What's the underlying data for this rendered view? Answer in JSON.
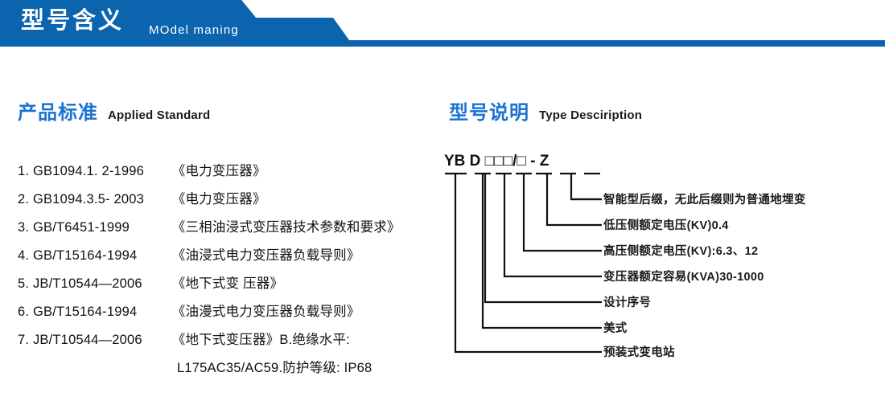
{
  "banner": {
    "title": "型号含义",
    "subtitle": "MOdel maning",
    "color": "#0b64ae"
  },
  "sections": {
    "standard": {
      "cn": "产品标准",
      "en": "Applied Standard",
      "accent": "#1a73d4"
    },
    "type": {
      "cn": "型号说明",
      "en": "Type Desciription",
      "accent": "#1a73d4"
    }
  },
  "standards": [
    {
      "num": "1.",
      "code": "GB1094.1. 2-1996",
      "name": "《电力变压器》"
    },
    {
      "num": "2.",
      "code": "GB1094.3.5- 2003",
      "name": "《电力变压器》"
    },
    {
      "num": "3.",
      "code": "GB/T6451-1999",
      "name": "《三相油浸式变压器技术参数和要求》"
    },
    {
      "num": "4.",
      "code": "GB/T15164-1994",
      "name": "《油浸式电力变压器负载导则》"
    },
    {
      "num": "5.",
      "code": "JB/T10544—2006",
      "name": "《地下式变 压器》"
    },
    {
      "num": "6.",
      "code": "GB/T15164-1994",
      "name": "《油漫式电力变压器负载导则》"
    },
    {
      "num": "7.",
      "code": "JB/T10544—2006",
      "name": "《地下式变压器》B.绝缘水平:"
    }
  ],
  "standards_continuation": "L175AC35/AC59.防护等级: IP68",
  "type_code": {
    "segments": [
      "YB",
      "D",
      "□",
      "□",
      "□",
      "/",
      "□",
      "-",
      "Z"
    ],
    "display": "YB D □□□/□ - Z"
  },
  "type_labels": [
    "智能型后缀，无此后缀则为普通地埋变",
    "低压侧额定电压(KV)0.4",
    "高压侧额定电压(KV):6.3、12",
    "变压器额定容易(KVA)30-1000",
    "设计序号",
    "美式",
    "预装式变电站"
  ]
}
